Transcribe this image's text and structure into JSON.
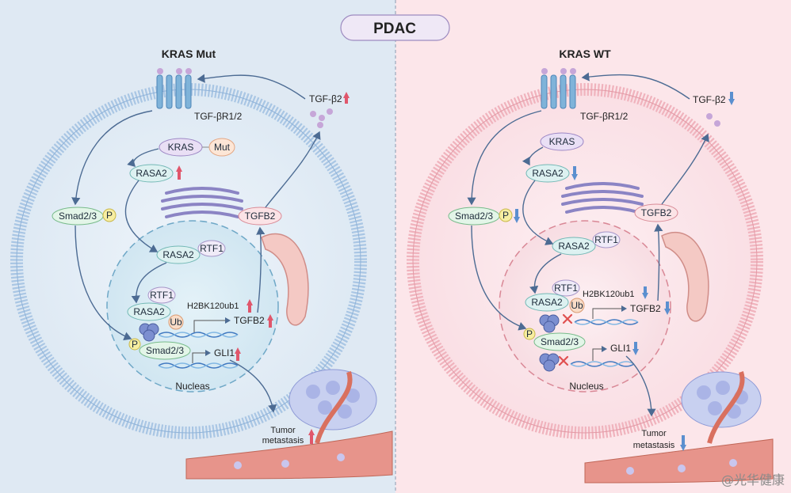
{
  "title": "PDAC",
  "watermark": "@光华健康",
  "colors": {
    "up_arrow": "#e0566b",
    "down_arrow": "#5b8fcf",
    "left_bg": "#dfeaf4",
    "right_bg": "#fbe3e8"
  },
  "left": {
    "heading": "KRAS Mut",
    "receptor": "TGF-βR1/2",
    "ligand": "TGF-β2",
    "kras": "KRAS",
    "mut": "Mut",
    "rasa2": "RASA2",
    "smad": "Smad2/3",
    "p": "P",
    "tgfb2_cyto": "TGFB2",
    "rasa2_nuc": "RASA2",
    "rtf1_nuc": "RTF1",
    "rtf1_chrom": "RTF1",
    "rasa2_chrom": "RASA2",
    "ub": "Ub",
    "h2bk": "H2BK120ub1",
    "tgfb2_gene": "TGFB2",
    "p_nuc": "P",
    "smad_nuc": "Smad2/3",
    "gli1": "GLI1",
    "nucleus": "Nucleas",
    "tumor_line1": "Tumor",
    "tumor_line2": "metastasis"
  },
  "right": {
    "heading": "KRAS WT",
    "receptor": "TGF-βR1/2",
    "ligand": "TGF-β2",
    "kras": "KRAS",
    "rasa2": "RASA2",
    "smad": "Smad2/3",
    "p": "P",
    "tgfb2_cyto": "TGFB2",
    "rasa2_nuc": "RASA2",
    "rtf1_nuc": "RTF1",
    "rtf1_chrom": "RTF1",
    "rasa2_chrom": "RASA2",
    "ub": "Ub",
    "h2bk": "H2BK120ub1",
    "tgfb2_gene": "TGFB2",
    "p_nuc": "P",
    "smad_nuc": "Smad2/3",
    "gli1": "GLI1",
    "nucleus": "Nucleus",
    "tumor_line1": "Tumor",
    "tumor_line2": "metastasis"
  }
}
